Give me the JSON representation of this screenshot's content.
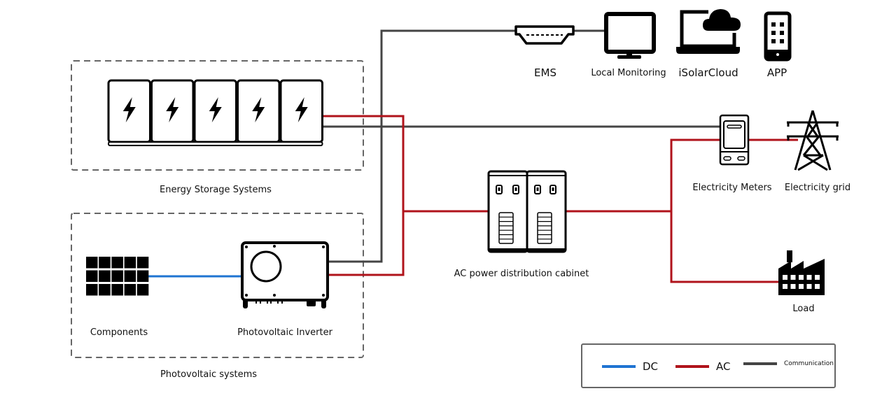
{
  "colors": {
    "dc": "#1f74d2",
    "ac": "#b0131b",
    "communication": "#444444",
    "icon": "#000000",
    "group_border": "#666666"
  },
  "groups": {
    "energy_storage": {
      "label": "Energy Storage Systems",
      "battery_count": 5
    },
    "photovoltaic": {
      "label": "Photovoltaic systems"
    }
  },
  "devices": {
    "ems": {
      "label": "EMS",
      "icon": "connector-icon"
    },
    "local_monitoring": {
      "label": "Local Monitoring",
      "icon": "monitor-icon"
    },
    "isolarcloud": {
      "label": "iSolarCloud",
      "icon": "laptop-cloud-icon"
    },
    "app": {
      "label": "APP",
      "icon": "smartphone-icon"
    },
    "components": {
      "label": "Components",
      "icon": "solar-panel-icon"
    },
    "pv_inverter": {
      "label": "Photovoltaic Inverter",
      "icon": "inverter-icon"
    },
    "ac_cabinet": {
      "label": "AC power distribution cabinet",
      "icon": "cabinet-icon"
    },
    "meters": {
      "label": "Electricity Meters",
      "icon": "meter-icon"
    },
    "grid": {
      "label": "Electricity grid",
      "icon": "transmission-tower-icon"
    },
    "load": {
      "label": "Load",
      "icon": "factory-icon"
    }
  },
  "connections": [
    {
      "from": "components",
      "to": "pv_inverter",
      "type": "dc"
    },
    {
      "from": "pv_inverter",
      "to": "ac_cabinet",
      "type": "ac"
    },
    {
      "from": "energy_storage",
      "to": "ac_cabinet",
      "type": "ac"
    },
    {
      "from": "ac_cabinet",
      "to": "meters",
      "type": "ac"
    },
    {
      "from": "meters",
      "to": "grid",
      "type": "ac"
    },
    {
      "from": "ac_cabinet",
      "to": "load",
      "type": "ac"
    },
    {
      "from": "pv_inverter",
      "to": "ems",
      "type": "communication"
    },
    {
      "from": "ems",
      "to": "local_monitoring",
      "type": "communication"
    },
    {
      "from": "energy_storage",
      "to": "meters",
      "type": "communication"
    }
  ],
  "legend": {
    "items": [
      {
        "key": "dc",
        "label": "DC"
      },
      {
        "key": "ac",
        "label": "AC"
      },
      {
        "key": "communication",
        "label": "Communication"
      }
    ]
  }
}
